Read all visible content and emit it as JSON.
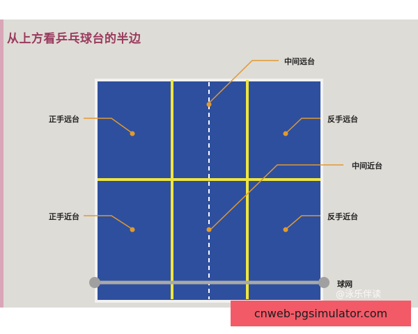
{
  "title": "从上方看乒乓球台的半边",
  "zones": {
    "middle_far": "中间远台",
    "forehand_far": "正手远台",
    "backhand_far": "反手远台",
    "middle_near": "中间近台",
    "forehand_near": "正手近台",
    "backhand_near": "反手近台"
  },
  "net_label": "球网",
  "watermark": "@泳乐伴读",
  "banner": "cnweb-pgsimulator.com",
  "colors": {
    "table": "#2e4f9e",
    "lines": "#f0e63c",
    "leader": "#e09a30",
    "title": "#9a3a5e",
    "banner": "#f25a68"
  }
}
